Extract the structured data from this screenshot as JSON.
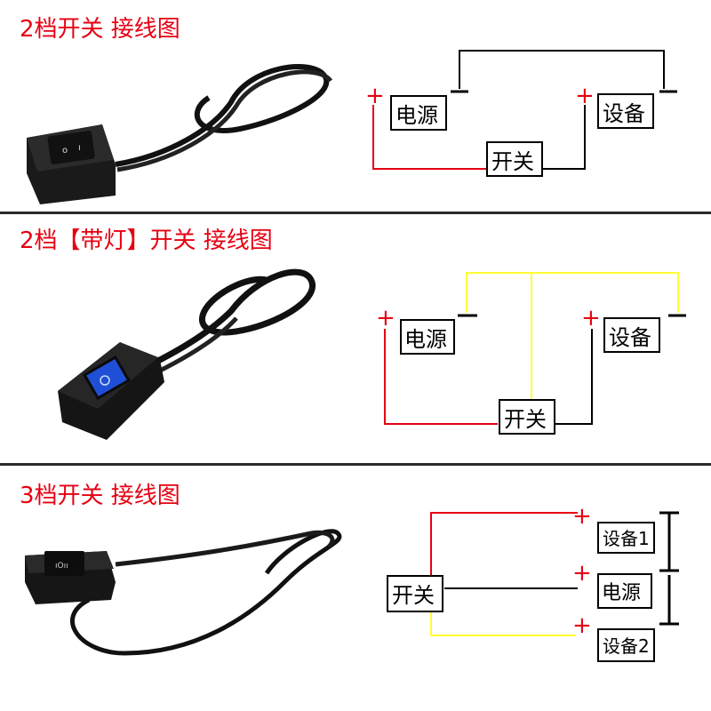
{
  "sections": [
    {
      "heading": "2档开关 接线图",
      "labels": {
        "power": "电源",
        "device": "设备",
        "switch": "开关",
        "plus": "+"
      }
    },
    {
      "heading": "2档【带灯】开关 接线图",
      "labels": {
        "power": "电源",
        "device": "设备",
        "switch": "开关",
        "plus": "+"
      }
    },
    {
      "heading": "3档开关 接线图",
      "labels": {
        "switch": "开关",
        "device1": "设备1",
        "power": "电源",
        "device2": "设备2",
        "plus": "+"
      }
    }
  ],
  "colors": {
    "heading": "#e60012",
    "positive_wire": "#e60012",
    "negative_wire": "#000000",
    "switch_wire_lamp": "#ffff33",
    "lamp_indicator": "#1f4fd6"
  },
  "icons": [
    "rocker-switch-photo",
    "lighted-rocker-switch-photo",
    "three-position-switch-photo"
  ]
}
